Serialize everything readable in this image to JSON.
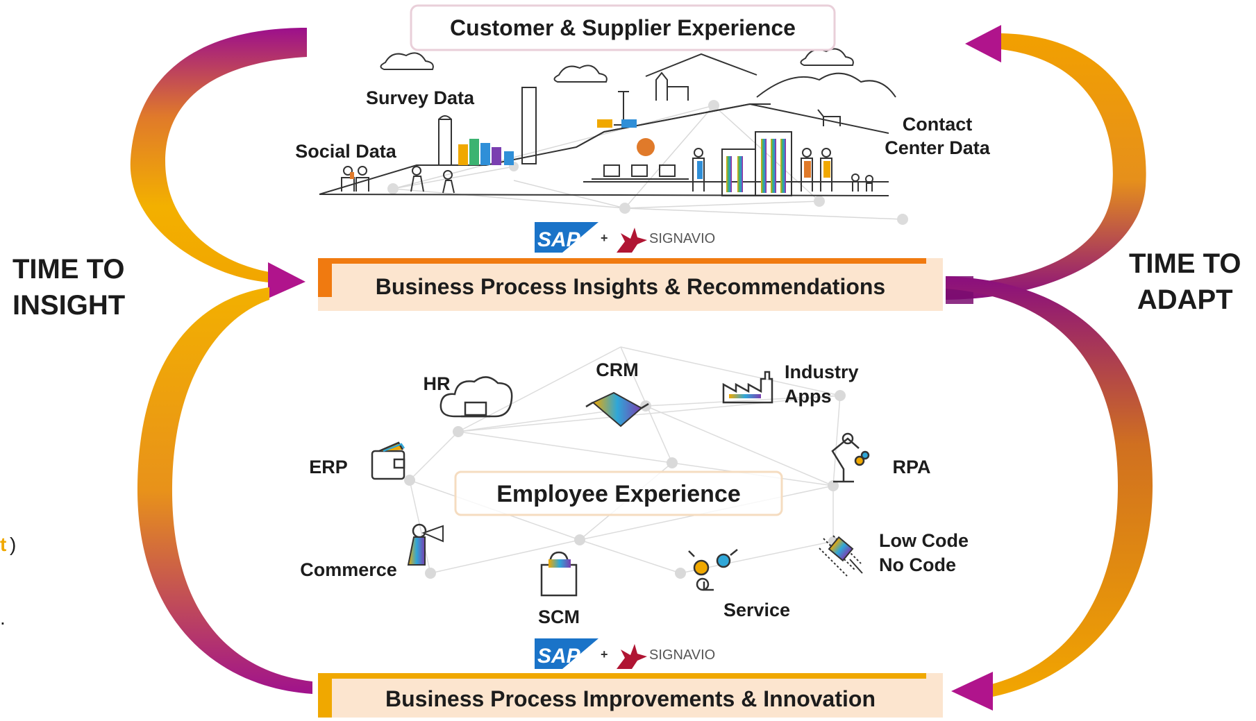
{
  "top_title": "Customer & Supplier Experience",
  "left_side": {
    "line1": "TIME TO",
    "line2": "INSIGHT"
  },
  "right_side": {
    "line1": "TIME TO",
    "line2": "ADAPT"
  },
  "insights_bar": "Business Process Insights & Recommendations",
  "improvements_bar": "Business Process Improvements & Innovation",
  "employee_title": "Employee Experience",
  "top_sources": {
    "survey": "Survey Data",
    "social": "Social Data",
    "contact_line1": "Contact",
    "contact_line2": "Center Data"
  },
  "apps": {
    "hr": "HR",
    "crm": "CRM",
    "industry_line1": "Industry",
    "industry_line2": "Apps",
    "erp": "ERP",
    "rpa": "RPA",
    "commerce": "Commerce",
    "lowcode_line1": "Low Code",
    "lowcode_line2": "No Code",
    "scm": "SCM",
    "service": "Service"
  },
  "logo": {
    "sap": "SAP",
    "plus": "+",
    "signavio": "SIGNAVIO"
  },
  "edge_fragments": {
    "frag1": "t",
    "frag1_paren": ")",
    "frag2": "."
  },
  "colors": {
    "orange": "#F0A800",
    "magenta": "#B0148C",
    "orange_bar": "#F07A10",
    "bar_fill": "#FCE5CF",
    "sap_blue": "#1A73C8",
    "signavio_red": "#B01533"
  },
  "icons": [
    "cloud-laptop-icon",
    "handshake-icon",
    "factory-icon",
    "wallet-icon",
    "robot-arm-icon",
    "shopping-bag-icon",
    "megaphone-person-icon",
    "gears-hand-icon",
    "code-cursor-icon"
  ]
}
